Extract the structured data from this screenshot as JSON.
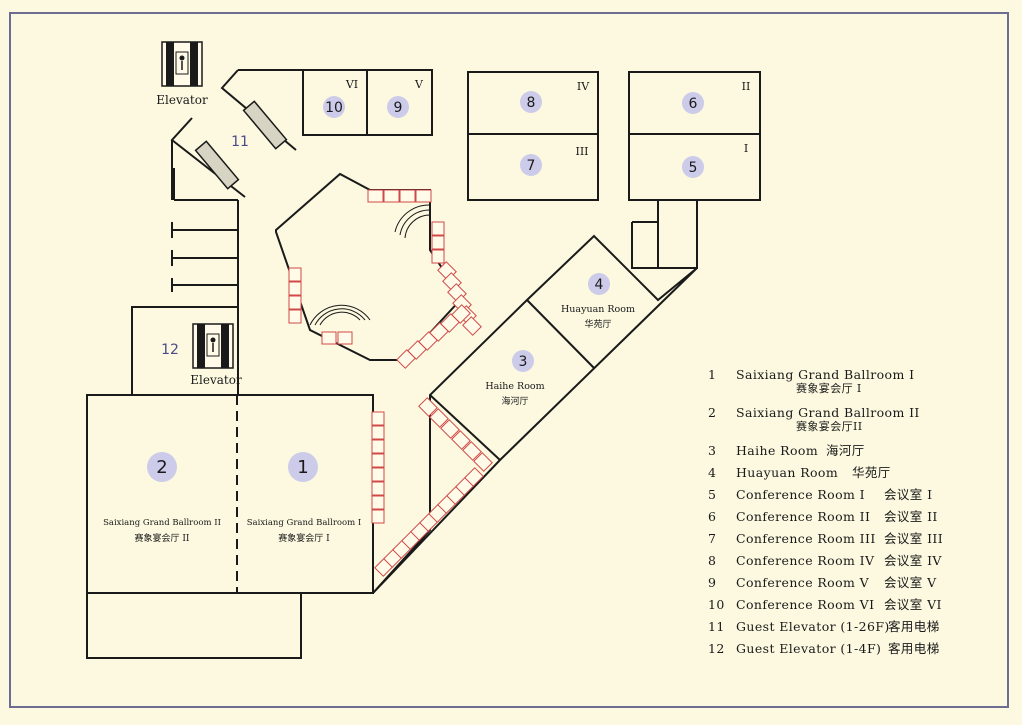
{
  "rooms": [
    {
      "num": "1",
      "en": "Saixiang Grand Ballroom I",
      "zh": "赛象宴会厅 I"
    },
    {
      "num": "2",
      "en": "Saixiang Grand Ballroom II",
      "zh": "赛象宴会厅 II"
    },
    {
      "num": "3",
      "en": "Haihe Room",
      "zh": "海河厅"
    },
    {
      "num": "4",
      "en": "Huayuan Room",
      "zh": "华苑厅"
    },
    {
      "num": "5",
      "roman": "I"
    },
    {
      "num": "6",
      "roman": "II"
    },
    {
      "num": "7",
      "roman": "III"
    },
    {
      "num": "8",
      "roman": "IV"
    },
    {
      "num": "9",
      "roman": "V"
    },
    {
      "num": "10",
      "roman": "VI"
    },
    {
      "num": "11"
    },
    {
      "num": "12"
    }
  ],
  "elevator_label": "Elevator",
  "legend": [
    {
      "num": "1",
      "en": "Saixiang Grand Ballroom I",
      "zh": "赛象宴会厅 I"
    },
    {
      "num": "2",
      "en": "Saixiang Grand Ballroom II",
      "zh": "赛象宴会厅II"
    },
    {
      "num": "3",
      "en": "Haihe  Room",
      "zh": "海河厅"
    },
    {
      "num": "4",
      "en": "Huayuan  Room",
      "zh": "华苑厅"
    },
    {
      "num": "5",
      "en": "Conference  Room  I",
      "zh": "会议室 I"
    },
    {
      "num": "6",
      "en": "Conference  Room  II",
      "zh": "会议室 II"
    },
    {
      "num": "7",
      "en": "Conference  Room  III",
      "zh": "会议室 III"
    },
    {
      "num": "8",
      "en": "Conference  Room  IV",
      "zh": "会议室 IV"
    },
    {
      "num": "9",
      "en": "Conference  Room  V",
      "zh": "会议室 V"
    },
    {
      "num": "10",
      "en": "Conference  Room  VI",
      "zh": "会议室 VI"
    },
    {
      "num": "11",
      "en": "Guest Elevator (1-26F)",
      "zh": "客用电梯"
    },
    {
      "num": "12",
      "en": "Guest Elevator (1-4F)",
      "zh": "客用电梯"
    }
  ],
  "colors": {
    "background": "#fcf9e0",
    "wall": "#1a1a1a",
    "badge": "#cdcbea",
    "seat": "#d04848",
    "frame": "#6e6c92"
  }
}
